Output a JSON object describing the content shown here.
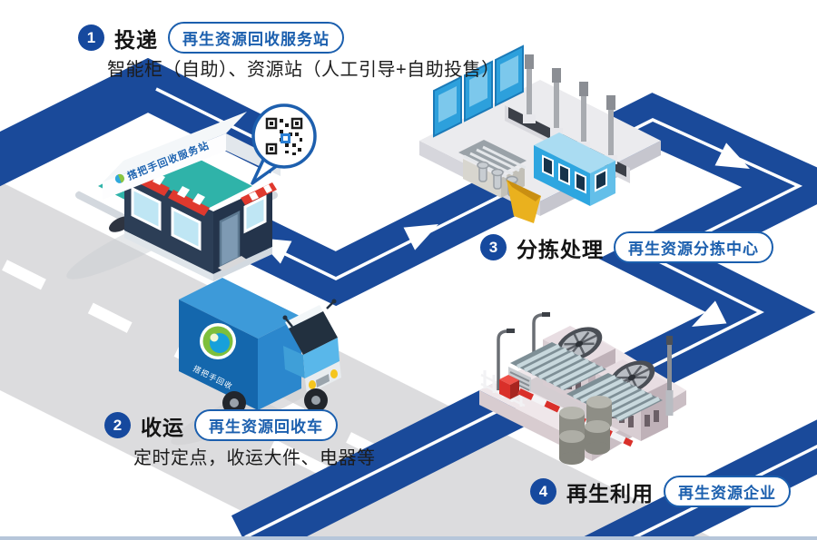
{
  "steps": [
    {
      "num": "1",
      "title": "投递",
      "tag": "再生资源回收服务站",
      "subtitle": "智能柜（自助）、资源站（人工引导+自助投售）"
    },
    {
      "num": "2",
      "title": "收运",
      "tag": "再生资源回收车",
      "subtitle": "定时定点，收运大件、电器等"
    },
    {
      "num": "3",
      "title": "分拣处理",
      "tag": "再生资源分拣中心"
    },
    {
      "num": "4",
      "title": "再生利用",
      "tag": "再生资源企业"
    }
  ],
  "store": {
    "sign": "搭把手回收服务站"
  },
  "truck": {
    "logo_text": "搭把手回收"
  },
  "colors": {
    "route_blue": "#1a4a9a",
    "accent_blue": "#1b5fae",
    "badge_blue": "#16499e",
    "road_gray": "#dcdcde",
    "teal_pad": "#2fb3a9",
    "awning_red": "#e0392e",
    "truck_blue": "#1467ad",
    "cab_blue": "#59b7ea",
    "hopper_yellow": "#eab11e"
  }
}
